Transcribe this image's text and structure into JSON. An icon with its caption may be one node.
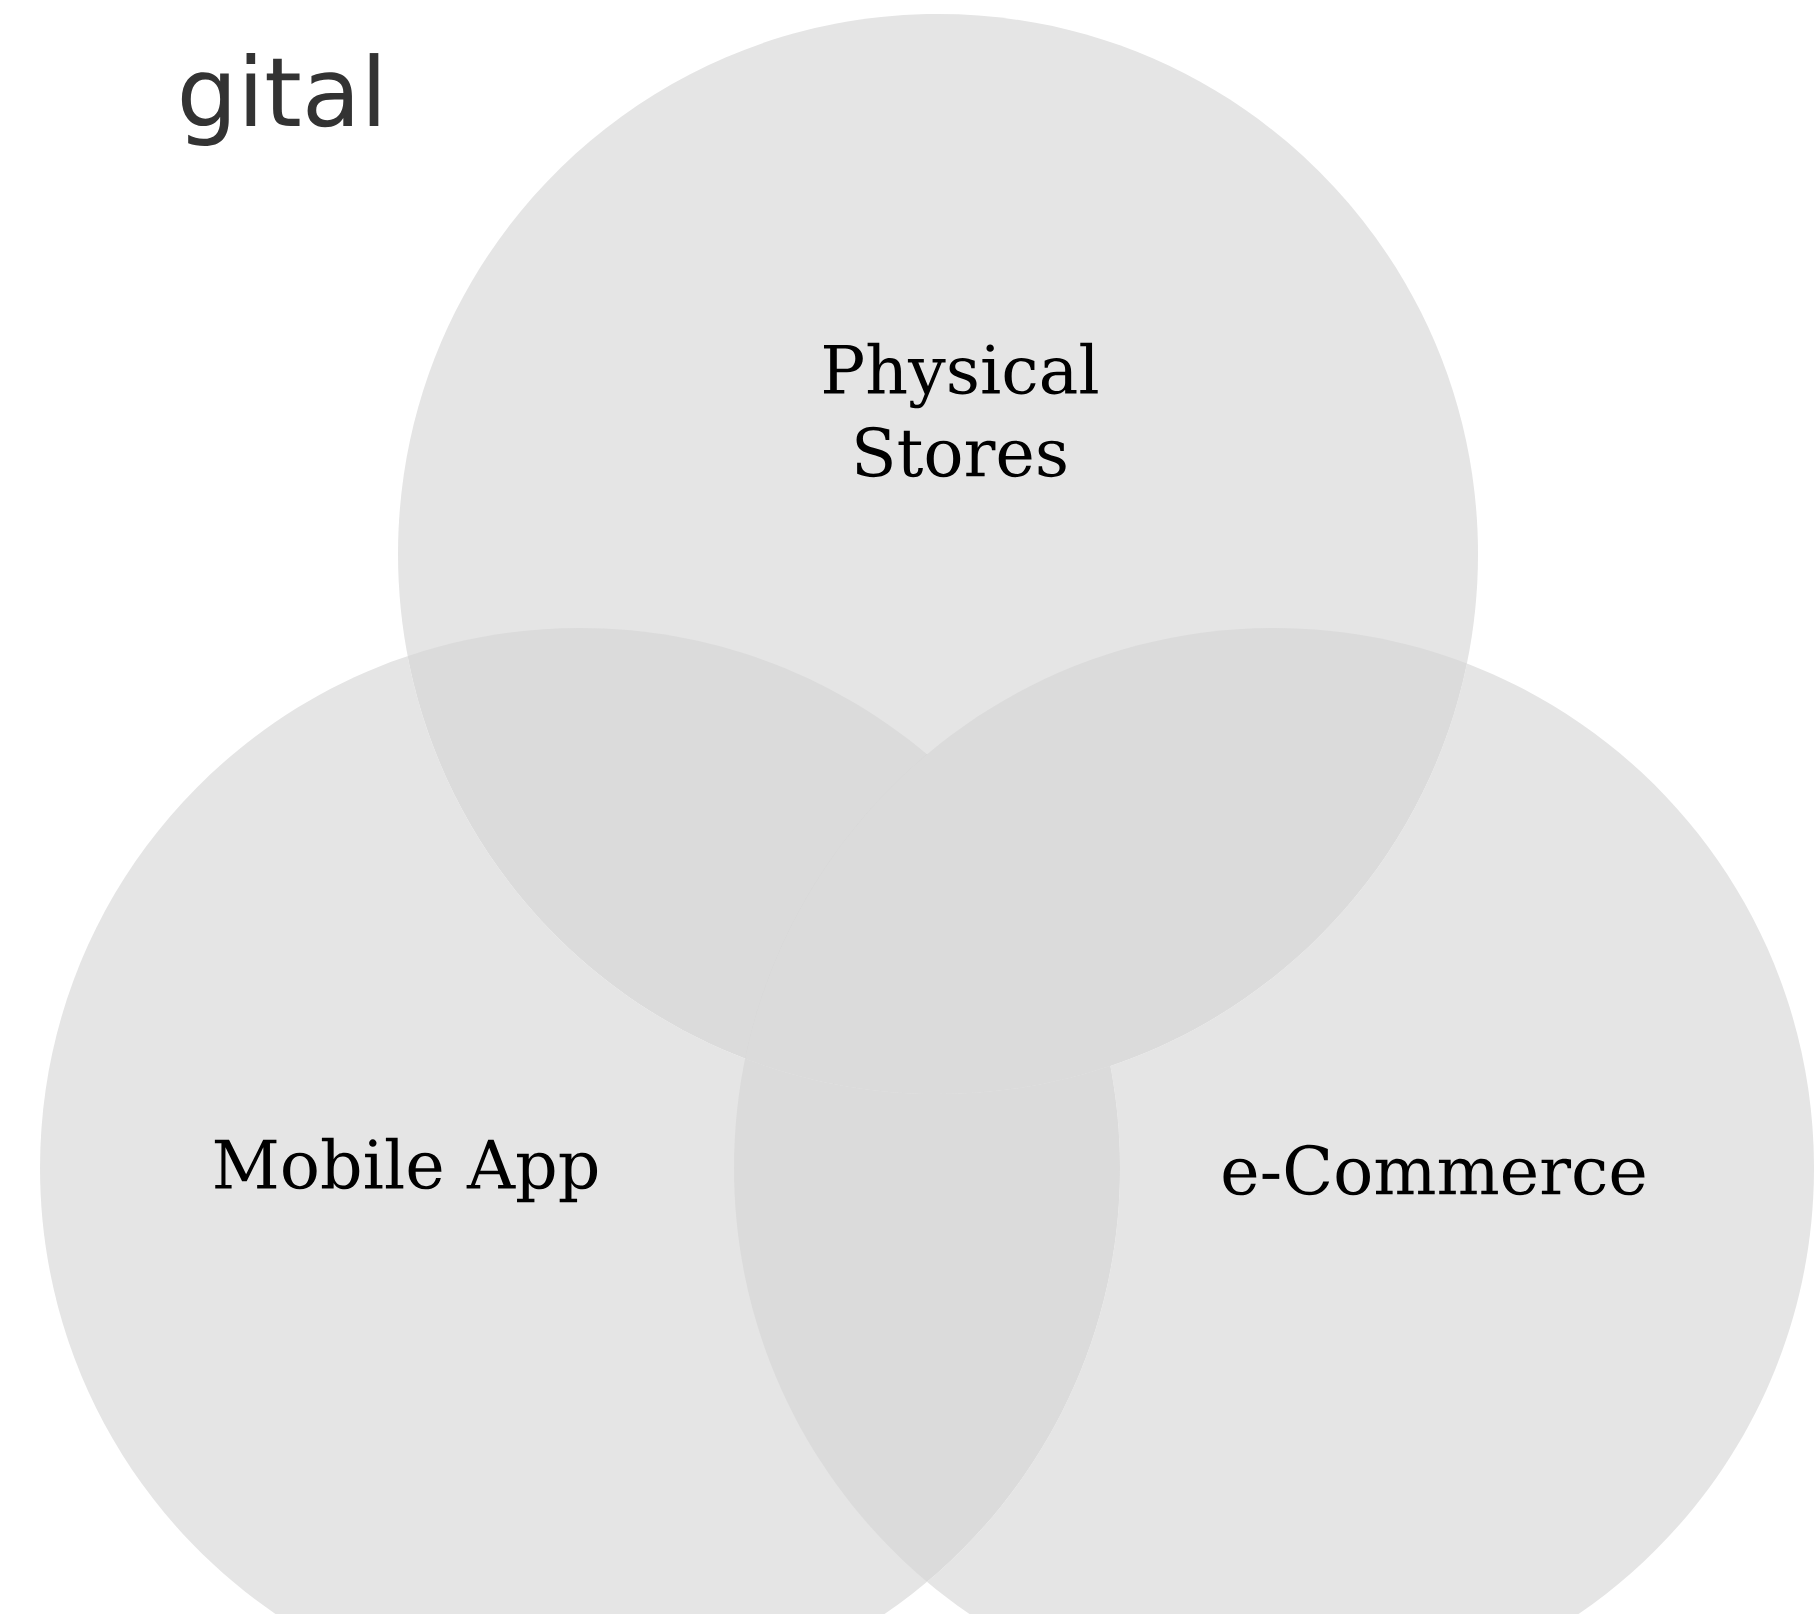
{
  "diagram": {
    "title": "gital",
    "nodes": [
      {
        "text": [
          "Physical Stores"
        ]
      },
      {
        "text": [
          "Mobile App"
        ]
      },
      {
        "text": [
          "e-Commerce"
        ]
      }
    ]
  }
}
